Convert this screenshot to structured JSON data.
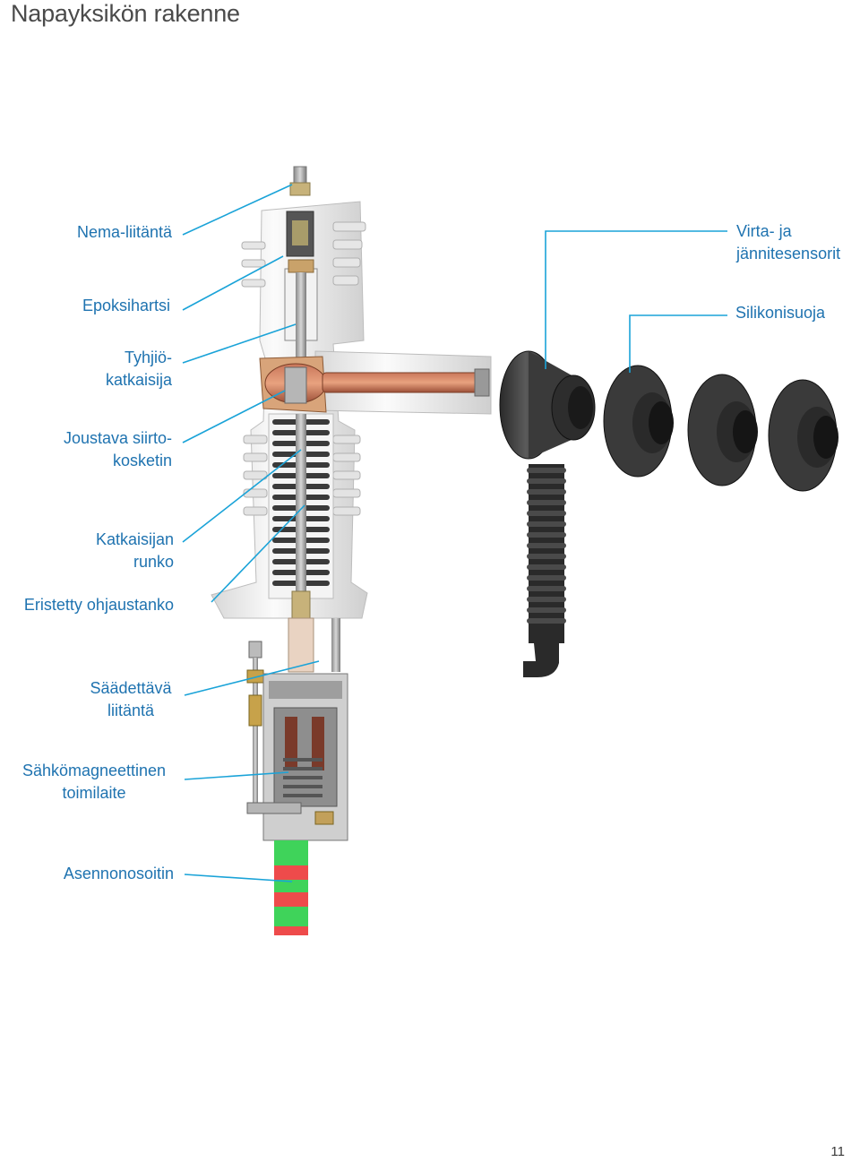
{
  "page": {
    "title": "Napayksikön rakenne",
    "page_number": "11"
  },
  "labels": {
    "nema": "Nema-liitäntä",
    "epoksi": "Epoksihartsi",
    "tyhjio_1": "Tyhjiö-",
    "tyhjio_2": "katkaisija",
    "joustava_1": "Joustava siirto-",
    "joustava_2": "kosketin",
    "katkaisijan_1": "Katkaisijan",
    "katkaisijan_2": "runko",
    "eristetty": "Eristetty ohjaustanko",
    "saadettava_1": "Säädettävä",
    "saadettava_2": "liitäntä",
    "sahko_1": "Sähkömagneettinen",
    "sahko_2": "toimilaite",
    "asennon": "Asennonosoitin",
    "virta_1": "Virta- ja",
    "virta_2": "jännitesensorit",
    "silikoni": "Silikonisuoja"
  },
  "colors": {
    "label_blue": "#1f73b0",
    "leader_cyan": "#1aa3d8",
    "title_gray": "#4a4a4a",
    "indicator_green": "#3fd35a",
    "indicator_red": "#ee4b4b"
  }
}
